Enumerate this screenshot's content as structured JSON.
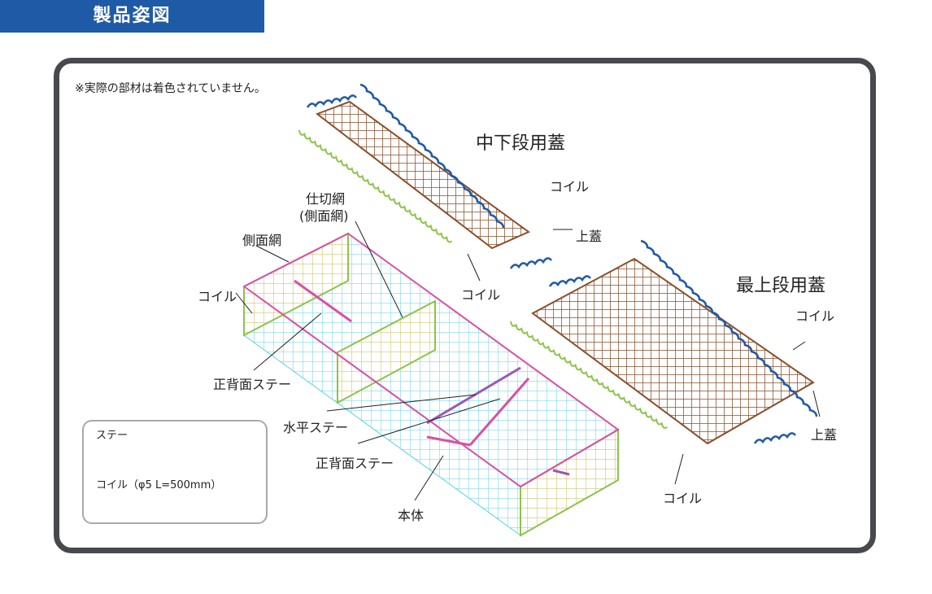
{
  "header": {
    "title": "製品姿図"
  },
  "note": "※実際の部材は着色されていません。",
  "labels": {
    "mid_lower_lid": "中下段用蓋",
    "top_lid": "最上段用蓋",
    "coil": "コイル",
    "upper_lid": "上蓋",
    "partition_net_line1": "仕切網",
    "partition_net_line2": "(側面網)",
    "side_net": "側面網",
    "front_back_stay": "正背面ステー",
    "horizontal_stay": "水平ステー",
    "body": "本体"
  },
  "legend": {
    "stay": "ステー",
    "coil": "コイル（φ5 L=500mm）"
  },
  "colors": {
    "header_bg": "#1f5aa6",
    "frame": "#47494d",
    "brown_mesh": "#8a4f2b",
    "blue_coil": "#1f5aa6",
    "green_coil": "#8cc34a",
    "cyan_mesh": "#5fd0e0",
    "yellow_mesh": "#d6d08a",
    "pink_stay": "#d94fa3",
    "purple_stay": "#9b59b6"
  }
}
